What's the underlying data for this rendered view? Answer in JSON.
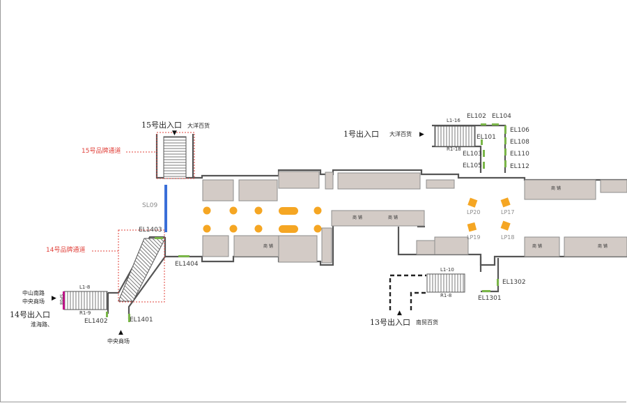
{
  "exits": {
    "exit15": {
      "label": "15号出入口",
      "sub": "大洋百货"
    },
    "exit1": {
      "label": "1号出入口",
      "sub": "大洋百货"
    },
    "exit14": {
      "label": "14号出入口",
      "line1": "中山南路",
      "line2": "中央商场",
      "line3": "淮海路、",
      "bottom": "中央商场"
    },
    "exit13": {
      "label": "13号出入口",
      "sub": "南贸百货"
    }
  },
  "channels": {
    "ch15": "15号品牌通道",
    "ch14": "14号品牌通道"
  },
  "elevators": {
    "el102": "EL102",
    "el104": "EL104",
    "el101": "EL101",
    "el103": "EL103",
    "el105": "EL105",
    "el106": "EL106",
    "el108": "EL108",
    "el110": "EL110",
    "el112": "EL112",
    "el1403": "EL1403",
    "el1404": "EL1404",
    "el1402": "EL1402",
    "el1401": "EL1401",
    "el1302": "EL1302",
    "el1301": "EL1301"
  },
  "lightboxes": {
    "lp20": "LP20",
    "lp17": "LP17",
    "lp19": "LP19",
    "lp18": "LP18"
  },
  "stairs": {
    "l1_16": "L1-16",
    "r1_18": "R1-18",
    "l1_8": "L1-8",
    "r1_9": "R1-9",
    "l1_10": "L1-10",
    "r1_8": "R1-8"
  },
  "panels": {
    "sl09": "SL09",
    "sp08": "SP08"
  },
  "shops": {
    "label": "商 铺"
  },
  "colors": {
    "wall": "#555555",
    "shop": "#d3cbc6",
    "shop_border": "#8c8c8c",
    "green": "#7ab648",
    "blue": "#3a6fd8",
    "orange": "#f5a623",
    "red": "#e0403a",
    "magenta": "#c2138a"
  }
}
